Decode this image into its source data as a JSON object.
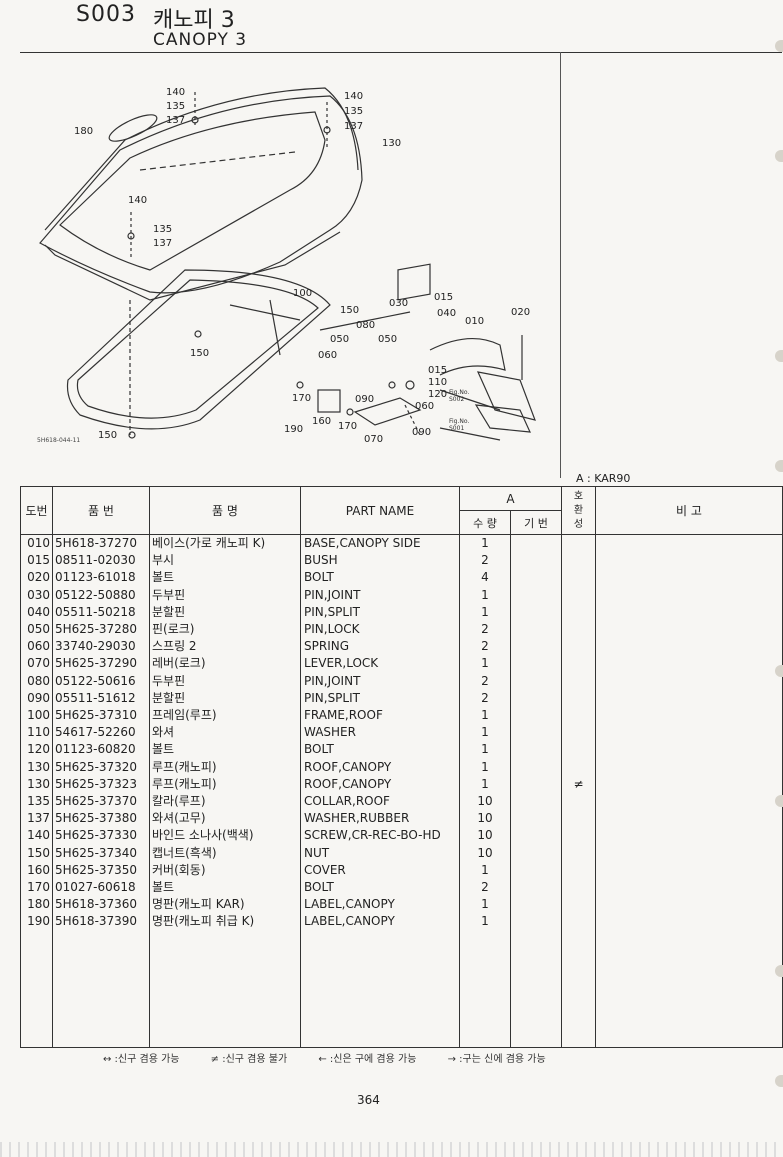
{
  "header": {
    "code": "S003",
    "title_ko": "캐노피 3",
    "title_en": "CANOPY 3"
  },
  "diagram": {
    "callouts": [
      "140",
      "135",
      "137",
      "140",
      "135",
      "137",
      "180",
      "130",
      "140",
      "135",
      "137",
      "100",
      "150",
      "150",
      "150",
      "030",
      "015",
      "040",
      "010",
      "020",
      "080",
      "050",
      "050",
      "060",
      "015",
      "110",
      "120",
      "060",
      "170",
      "090",
      "160",
      "170",
      "190",
      "070",
      "090"
    ],
    "fig_refs": [
      "Fig.No.\nS002",
      "Fig.No.\nS001"
    ],
    "code": "5H618-044-11"
  },
  "model_note": "A : KAR90",
  "table": {
    "headers": {
      "no": "도번",
      "part_no": "품 번",
      "name_ko": "품 명",
      "name_en": "PART NAME",
      "group_a": "A",
      "qty": "수 량",
      "base": "기 번",
      "compat": "호\n환\n성",
      "remarks": "비 고"
    },
    "rows": [
      {
        "no": "010",
        "part_no": "5H618-37270",
        "name_ko": "베이스(가로 캐노피 K)",
        "name_en": "BASE,CANOPY SIDE",
        "qty": "1",
        "base": "",
        "compat": "",
        "remarks": ""
      },
      {
        "no": "015",
        "part_no": "08511-02030",
        "name_ko": "부시",
        "name_en": "BUSH",
        "qty": "2",
        "base": "",
        "compat": "",
        "remarks": ""
      },
      {
        "no": "020",
        "part_no": "01123-61018",
        "name_ko": "볼트",
        "name_en": "BOLT",
        "qty": "4",
        "base": "",
        "compat": "",
        "remarks": ""
      },
      {
        "no": "030",
        "part_no": "05122-50880",
        "name_ko": "두부핀",
        "name_en": "PIN,JOINT",
        "qty": "1",
        "base": "",
        "compat": "",
        "remarks": ""
      },
      {
        "no": "040",
        "part_no": "05511-50218",
        "name_ko": "분할핀",
        "name_en": "PIN,SPLIT",
        "qty": "1",
        "base": "",
        "compat": "",
        "remarks": ""
      },
      {
        "no": "050",
        "part_no": "5H625-37280",
        "name_ko": "핀(로크)",
        "name_en": "PIN,LOCK",
        "qty": "2",
        "base": "",
        "compat": "",
        "remarks": ""
      },
      {
        "no": "060",
        "part_no": "33740-29030",
        "name_ko": "스프링 2",
        "name_en": "SPRING",
        "qty": "2",
        "base": "",
        "compat": "",
        "remarks": ""
      },
      {
        "no": "070",
        "part_no": "5H625-37290",
        "name_ko": "레버(로크)",
        "name_en": "LEVER,LOCK",
        "qty": "1",
        "base": "",
        "compat": "",
        "remarks": ""
      },
      {
        "no": "080",
        "part_no": "05122-50616",
        "name_ko": "두부핀",
        "name_en": "PIN,JOINT",
        "qty": "2",
        "base": "",
        "compat": "",
        "remarks": ""
      },
      {
        "no": "090",
        "part_no": "05511-51612",
        "name_ko": "분할핀",
        "name_en": "PIN,SPLIT",
        "qty": "2",
        "base": "",
        "compat": "",
        "remarks": ""
      },
      {
        "no": "100",
        "part_no": "5H625-37310",
        "name_ko": "프레임(루프)",
        "name_en": "FRAME,ROOF",
        "qty": "1",
        "base": "",
        "compat": "",
        "remarks": ""
      },
      {
        "no": "110",
        "part_no": "54617-52260",
        "name_ko": "와셔",
        "name_en": "WASHER",
        "qty": "1",
        "base": "",
        "compat": "",
        "remarks": ""
      },
      {
        "no": "120",
        "part_no": "01123-60820",
        "name_ko": "볼트",
        "name_en": "BOLT",
        "qty": "1",
        "base": "",
        "compat": "",
        "remarks": ""
      },
      {
        "no": "130",
        "part_no": "5H625-37320",
        "name_ko": "루프(캐노피)",
        "name_en": "ROOF,CANOPY",
        "qty": "1",
        "base": "",
        "compat": "",
        "remarks": ""
      },
      {
        "no": "130",
        "part_no": "5H625-37323",
        "name_ko": "루프(캐노피)",
        "name_en": "ROOF,CANOPY",
        "qty": "1",
        "base": "",
        "compat": "≠",
        "remarks": ""
      },
      {
        "no": "135",
        "part_no": "5H625-37370",
        "name_ko": "칼라(루프)",
        "name_en": "COLLAR,ROOF",
        "qty": "10",
        "base": "",
        "compat": "",
        "remarks": ""
      },
      {
        "no": "137",
        "part_no": "5H625-37380",
        "name_ko": "와셔(고무)",
        "name_en": "WASHER,RUBBER",
        "qty": "10",
        "base": "",
        "compat": "",
        "remarks": ""
      },
      {
        "no": "140",
        "part_no": "5H625-37330",
        "name_ko": "바인드 소나사(백색)",
        "name_en": "SCREW,CR-REC-BO-HD",
        "qty": "10",
        "base": "",
        "compat": "",
        "remarks": ""
      },
      {
        "no": "150",
        "part_no": "5H625-37340",
        "name_ko": "캡너트(흑색)",
        "name_en": "NUT",
        "qty": "10",
        "base": "",
        "compat": "",
        "remarks": ""
      },
      {
        "no": "160",
        "part_no": "5H625-37350",
        "name_ko": "커버(회동)",
        "name_en": "COVER",
        "qty": "1",
        "base": "",
        "compat": "",
        "remarks": ""
      },
      {
        "no": "170",
        "part_no": "01027-60618",
        "name_ko": "볼트",
        "name_en": "BOLT",
        "qty": "2",
        "base": "",
        "compat": "",
        "remarks": ""
      },
      {
        "no": "180",
        "part_no": "5H618-37360",
        "name_ko": "명판(캐노피 KAR)",
        "name_en": "LABEL,CANOPY",
        "qty": "1",
        "base": "",
        "compat": "",
        "remarks": ""
      },
      {
        "no": "190",
        "part_no": "5H618-37390",
        "name_ko": "명판(캐노피 취급 K)",
        "name_en": "LABEL,CANOPY",
        "qty": "1",
        "base": "",
        "compat": "",
        "remarks": ""
      }
    ]
  },
  "legend": [
    "↔ :신구 겸용 가능",
    "≠ :신구 겸용 불가",
    "← :신은 구에 겸용 가능",
    "→ :구는 신에 겸용 가능"
  ],
  "page_number": "364"
}
